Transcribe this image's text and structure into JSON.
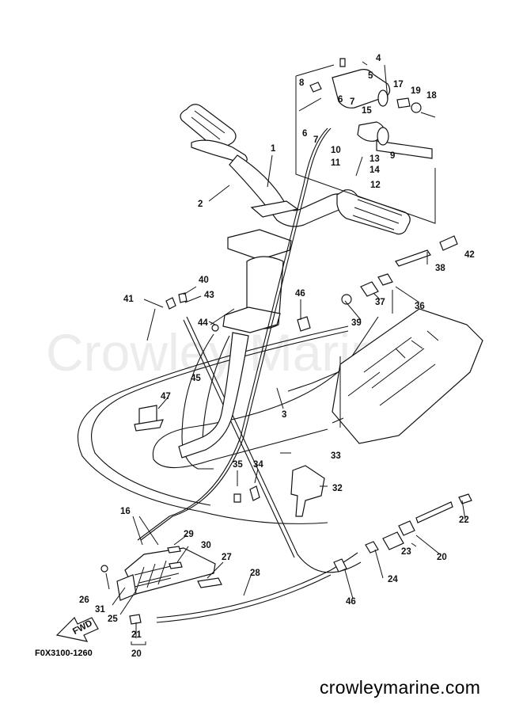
{
  "diagram": {
    "watermark": "Crowley Marine",
    "drawing_code": "F0X3100-1260",
    "site_url": "crowleymarine.com",
    "fwd_label": "FWD",
    "callouts": [
      "1",
      "2",
      "3",
      "4",
      "5",
      "6",
      "7",
      "8",
      "9",
      "10",
      "11",
      "12",
      "13",
      "14",
      "15",
      "16",
      "17",
      "18",
      "19",
      "20",
      "21",
      "22",
      "23",
      "24",
      "25",
      "26",
      "27",
      "28",
      "29",
      "30",
      "31",
      "32",
      "33",
      "34",
      "35",
      "36",
      "37",
      "38",
      "39",
      "40",
      "41",
      "42",
      "43",
      "44",
      "45",
      "46",
      "47"
    ],
    "extra_callouts": {
      "l6b": "6",
      "l7b": "7",
      "l20b": "20",
      "l46b": "46"
    }
  }
}
